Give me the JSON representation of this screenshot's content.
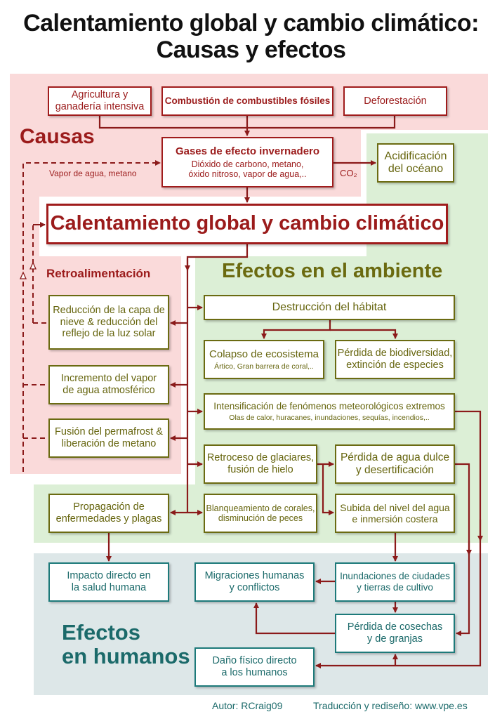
{
  "title": {
    "line1": "Calentamiento global y cambio climático:",
    "line2": "Causas y efectos"
  },
  "sections": {
    "causes": "Causas",
    "feedback": "Retroalimentación",
    "environment": "Efectos en el ambiente",
    "humans_line1": "Efectos",
    "humans_line2": "en humanos"
  },
  "causes": {
    "agriculture": {
      "line1": "Agricultura y",
      "line2": "ganadería intensiva"
    },
    "fossil": "Combustión de combustibles fósiles",
    "deforestation": "Deforestación",
    "ghg": {
      "title": "Gases de efecto invernadero",
      "line1": "Dióxido de carbono, metano,",
      "line2": "óxido nitroso, vapor de agua,.."
    },
    "vapor_label": "Vapor de agua, metano",
    "co2_label": "CO₂",
    "main": "Calentamiento global y cambio climático"
  },
  "feedback": [
    {
      "line1": "Reducción de la capa de",
      "line2": "nieve & reducción del",
      "line3": "reflejo de la luz solar"
    },
    {
      "line1": "Incremento del vapor",
      "line2": "de agua atmosférico"
    },
    {
      "line1": "Fusión del permafrost &",
      "line2": "liberación de metano"
    }
  ],
  "environment": {
    "acidification": {
      "line1": "Acidificación",
      "line2": "del océano"
    },
    "habitat": "Destrucción del hábitat",
    "collapse": {
      "title": "Colapso de ecosistema",
      "sub": "Ártico, Gran barrera de coral,.."
    },
    "biodiversity": {
      "line1": "Pérdida de biodiversidad,",
      "line2": "extinción de especies"
    },
    "extreme": {
      "title": "Intensificación de fenómenos meteorológicos extremos",
      "sub": "Olas de calor, huracanes, inundaciones, sequías, incendios,.."
    },
    "glaciers": {
      "line1": "Retroceso de glaciares,",
      "line2": "fusión de hielo"
    },
    "freshwater": {
      "line1": "Pérdida de agua dulce",
      "line2": "y desertificación"
    },
    "diseases": {
      "line1": "Propagación de",
      "line2": "enfermedades y plagas"
    },
    "corals": {
      "line1": "Blanqueamiento de corales,",
      "line2": "disminución de peces"
    },
    "sealevel": {
      "line1": "Subida del nivel del agua",
      "line2": "e inmersión costera"
    }
  },
  "humans": {
    "health": {
      "line1": "Impacto directo en",
      "line2": "la salud humana"
    },
    "migration": {
      "line1": "Migraciones humanas",
      "line2": "y conflictos"
    },
    "floods": {
      "line1": "Inundaciones de ciudades",
      "line2": "y tierras de cultivo"
    },
    "crops": {
      "line1": "Pérdida de cosechas",
      "line2": "y de granjas"
    },
    "damage": {
      "line1": "Daño físico directo",
      "line2": "a los humanos"
    }
  },
  "footer": {
    "author": "Autor: RCraig09",
    "translation": "Traducción y rediseño: www.vpe.es"
  },
  "colors": {
    "causes": "#9b1b1b",
    "environment": "#66650e",
    "humans": "#1b6a6a",
    "arrow": "#8b1a1a",
    "pink_bg": "#fadada",
    "green_bg": "#dcefd6",
    "blue_bg": "#dde7e8"
  }
}
